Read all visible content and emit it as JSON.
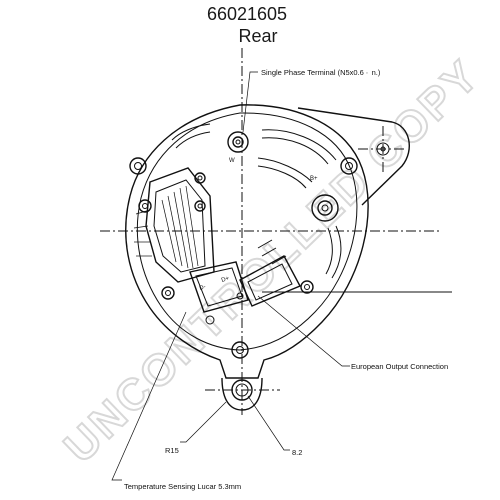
{
  "title": {
    "part_number": "66021605",
    "view": "Rear"
  },
  "labels": {
    "single_phase_terminal": "Single Phase Terminal (N5x0.6 ∙  n.)",
    "european_output": "European Output Connection",
    "temperature_sensing": "Temperature Sensing Lucar 5.3mm",
    "radius": "R15",
    "diameter": "8.2"
  },
  "terminal_marks": {
    "w": "W",
    "d_minus": "D-",
    "b_plus": "B+",
    "d_plus": "D+"
  },
  "watermark": "UNCONTROLLED COPY",
  "colors": {
    "line": "#111111",
    "watermark": "#d8d8d8"
  }
}
